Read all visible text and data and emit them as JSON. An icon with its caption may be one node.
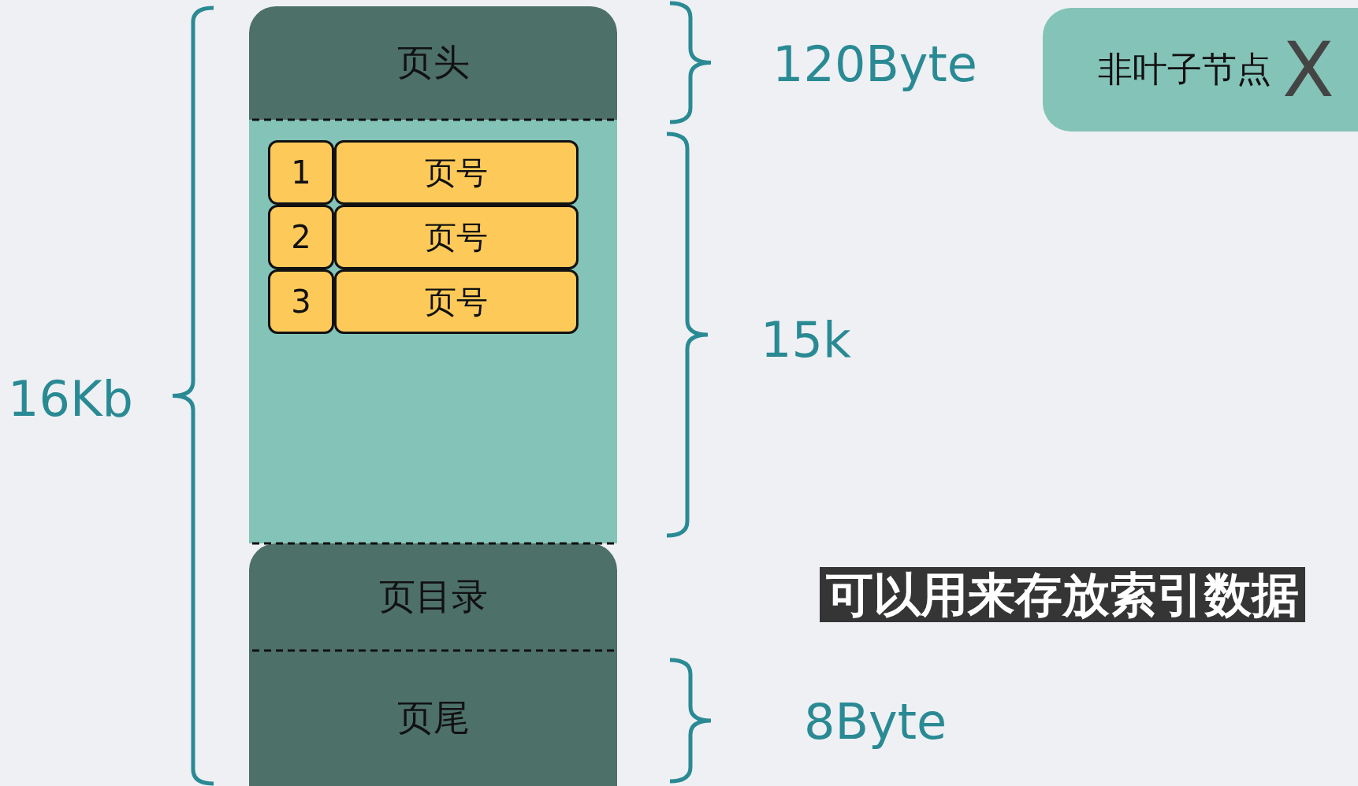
{
  "diagram": {
    "caption": "可以用来存放索引数据",
    "nodes": [
      {
        "text": [
          "页头"
        ]
      },
      {
        "text": [],
        "shape": "box"
      },
      {
        "text": [
          "1"
        ],
        "in": 1
      },
      {
        "text": [
          "页号"
        ],
        "in": 1
      },
      {
        "text": [
          "2"
        ],
        "in": 1
      },
      {
        "text": [
          "页号"
        ],
        "in": 1
      },
      {
        "text": [
          "3"
        ],
        "in": 1
      },
      {
        "text": [
          "页号"
        ],
        "in": 1
      },
      {
        "text": [
          "页目录"
        ]
      },
      {
        "text": [
          "页尾"
        ]
      },
      {
        "text": [
          "非叶子节点",
          "X"
        ]
      }
    ],
    "edges": [],
    "labels": [
      "16Kb",
      "120Byte",
      "15k",
      "8Byte"
    ]
  }
}
